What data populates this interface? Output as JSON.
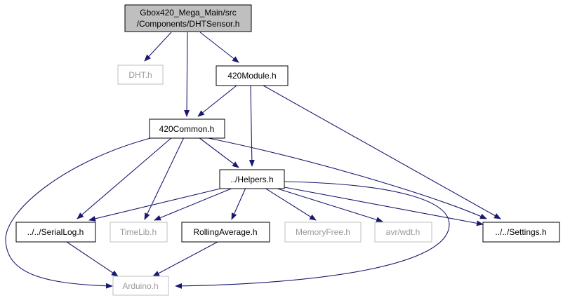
{
  "nodes": {
    "root": {
      "line1": "Gbox420_Mega_Main/src",
      "line2": "/Components/DHTSensor.h"
    },
    "dht": {
      "label": "DHT.h"
    },
    "module420": {
      "label": "420Module.h"
    },
    "common420": {
      "label": "420Common.h"
    },
    "helpers": {
      "label": "../Helpers.h"
    },
    "seriallog": {
      "label": "../../SerialLog.h"
    },
    "timelib": {
      "label": "TimeLib.h"
    },
    "rollingavg": {
      "label": "RollingAverage.h"
    },
    "memfree": {
      "label": "MemoryFree.h"
    },
    "avrwdt": {
      "label": "avr/wdt.h"
    },
    "settings": {
      "label": "../../Settings.h"
    },
    "arduino": {
      "label": "Arduino.h"
    }
  },
  "edges": [
    {
      "from": "root",
      "to": "dht"
    },
    {
      "from": "root",
      "to": "module420"
    },
    {
      "from": "root",
      "to": "common420"
    },
    {
      "from": "module420",
      "to": "common420"
    },
    {
      "from": "module420",
      "to": "helpers"
    },
    {
      "from": "module420",
      "to": "settings"
    },
    {
      "from": "common420",
      "to": "helpers"
    },
    {
      "from": "common420",
      "to": "seriallog"
    },
    {
      "from": "common420",
      "to": "timelib"
    },
    {
      "from": "common420",
      "to": "settings"
    },
    {
      "from": "common420",
      "to": "arduino"
    },
    {
      "from": "helpers",
      "to": "seriallog"
    },
    {
      "from": "helpers",
      "to": "timelib"
    },
    {
      "from": "helpers",
      "to": "rollingavg"
    },
    {
      "from": "helpers",
      "to": "memfree"
    },
    {
      "from": "helpers",
      "to": "avrwdt"
    },
    {
      "from": "helpers",
      "to": "settings"
    },
    {
      "from": "helpers",
      "to": "arduino"
    },
    {
      "from": "seriallog",
      "to": "arduino"
    },
    {
      "from": "rollingavg",
      "to": "arduino"
    }
  ],
  "colors": {
    "edge": "#191970",
    "root_fill": "#bfbfbf",
    "node_border": "#000000",
    "missing_border": "#bfbfbf",
    "missing_text": "#9a9a9a"
  }
}
